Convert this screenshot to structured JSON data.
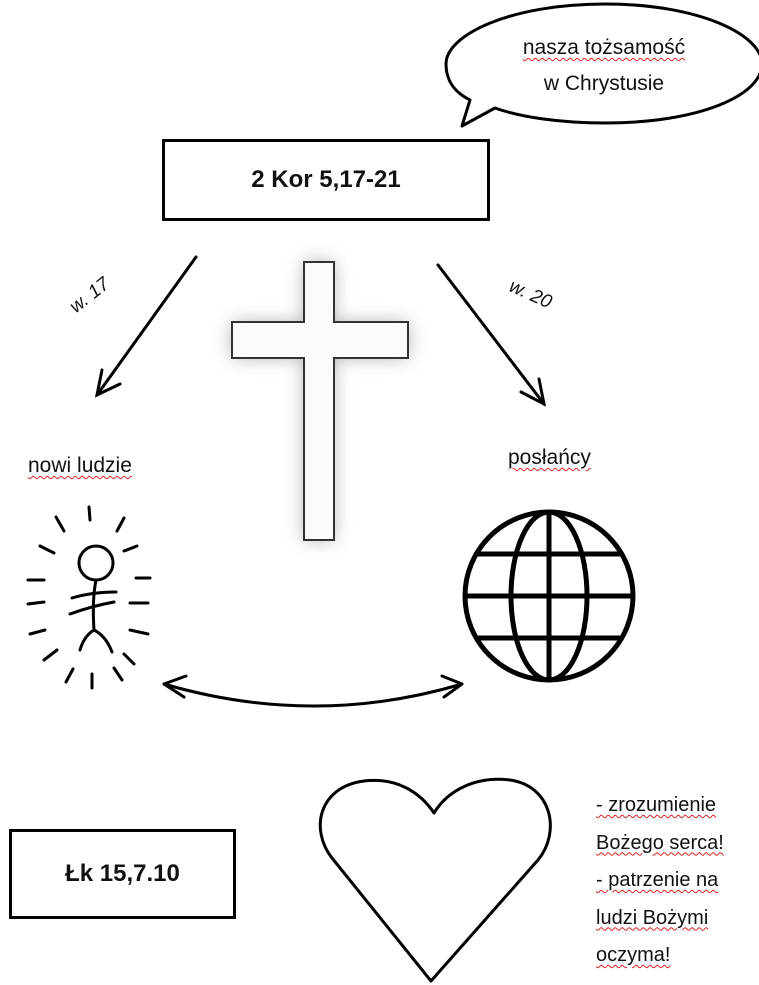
{
  "bubble": {
    "line1": "nasza tożsamość",
    "line2": "w Chrystusie"
  },
  "main_ref": "2 Kor 5,17-21",
  "left_verse": "w. 17",
  "right_verse": "w. 20",
  "left_label": "nowi ludzie",
  "right_label": "posłańcy",
  "bottom_ref": "Łk 15,7.10",
  "notes": {
    "line1": "- zrozumienie",
    "line2": "Bożego serca!",
    "line3": "- patrzenie na",
    "line4": "ludzi Bożymi",
    "line5": "oczyma!"
  }
}
